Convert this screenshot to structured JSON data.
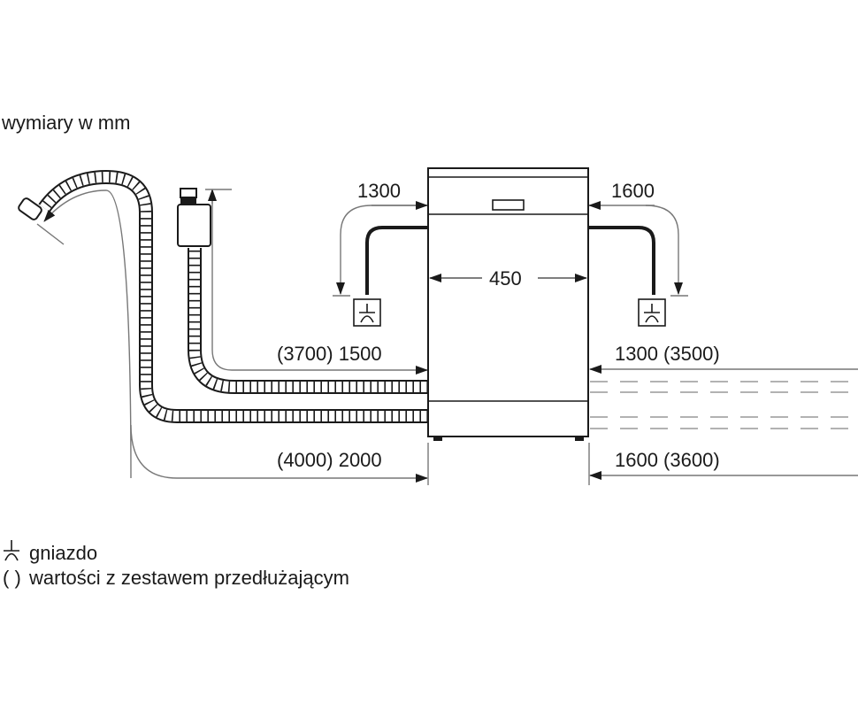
{
  "title": "wymiary w mm",
  "dimensions": {
    "left_electric_cable": "1300",
    "right_electric_cable": "1600",
    "width": "450",
    "left_inlet_hose": "(3700) 1500",
    "left_drain_hose": "(4000) 2000",
    "right_inlet_hose": "1300 (3500)",
    "right_drain_hose": "1600 (3600)"
  },
  "legend": {
    "socket_symbol": "⅄",
    "socket_label": "gniazdo",
    "extension_symbol": "( )",
    "extension_label": "wartości z zestawem przedłużającym"
  },
  "colors": {
    "line": "#1a1a1a",
    "dimension_line": "#777777",
    "dashed": "#999999"
  }
}
